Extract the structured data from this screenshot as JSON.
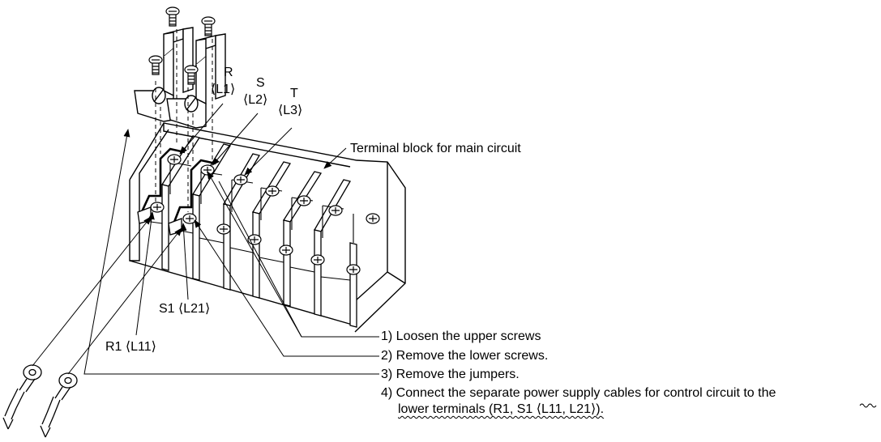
{
  "labels": {
    "r": "R",
    "r_alt": "⟨L1⟩",
    "s": "S",
    "s_alt": "⟨L2⟩",
    "t": "T",
    "t_alt": "⟨L3⟩",
    "terminal_block": "Terminal block for main circuit",
    "s1": "S1 ⟨L21⟩",
    "r1": "R1 ⟨L11⟩"
  },
  "steps": [
    "1) Loosen the upper screws",
    "2) Remove the lower screws.",
    "3) Remove the jumpers.",
    "4) Connect the separate power supply cables for control circuit to the",
    "lower terminals (R1, S1 ⟨L11, L21⟩)."
  ]
}
